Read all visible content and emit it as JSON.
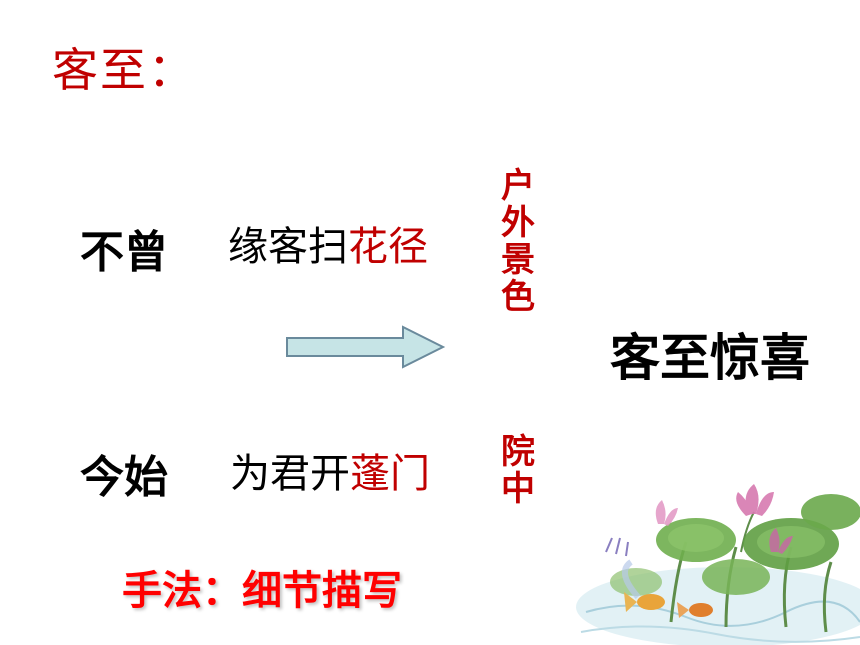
{
  "title": "客至：",
  "line1": {
    "label": "不曾",
    "text_plain": "缘客扫",
    "text_highlight": "花径"
  },
  "line2": {
    "label": "今始",
    "text_plain": "为君开",
    "text_highlight": "蓬门"
  },
  "side_label_top": "户外景色",
  "side_label_bottom": "院中",
  "conclusion": "客至惊喜",
  "technique": "手法：细节描写",
  "colors": {
    "accent_red": "#c00000",
    "technique_red": "#ff0000",
    "arrow_fill": "#c6e4e6",
    "arrow_stroke": "#6a8a9c"
  },
  "icons": {
    "arrow": "right-arrow-icon",
    "illustration": "lotus-pond-illustration"
  }
}
